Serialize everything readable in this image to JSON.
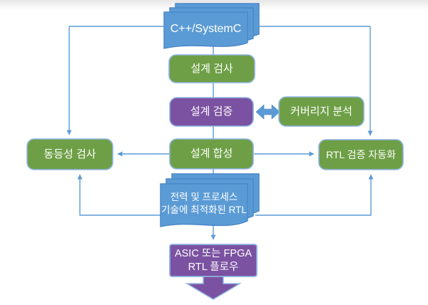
{
  "diagram": {
    "type": "flowchart",
    "colors": {
      "document_fill": "#5B9BD5",
      "document_border": "#4A86C8",
      "process_fill": "#6E9F46",
      "verify_fill": "#7B52A1",
      "shape_border": "#8EB4E3",
      "connector": "#5B9BD5",
      "label_text": "#FFFFFF"
    },
    "nodes": {
      "source_doc": {
        "label": "C++/SystemC",
        "shape": "document-stack"
      },
      "design_check": {
        "label": "설계 검사",
        "shape": "rounded-rect"
      },
      "design_verify": {
        "label": "설계 검증",
        "shape": "rounded-rect"
      },
      "coverage_analysis": {
        "label": "커버리지 분석",
        "shape": "rounded-rect"
      },
      "equivalence_check": {
        "label": "동등성 검사",
        "shape": "rounded-rect"
      },
      "design_synthesis": {
        "label": "설계 합성",
        "shape": "rounded-rect"
      },
      "rtl_verification_automation": {
        "label": "RTL 검증 자동화",
        "shape": "rounded-rect"
      },
      "optimized_rtl_doc": {
        "line1": "전력 및 프로세스",
        "line2": "기술에 최적화된 RTL",
        "shape": "document-stack"
      },
      "asic_fpga_flow": {
        "line1": "ASIC 또는 FPGA",
        "line2": "RTL 플로우",
        "shape": "rect"
      }
    }
  }
}
